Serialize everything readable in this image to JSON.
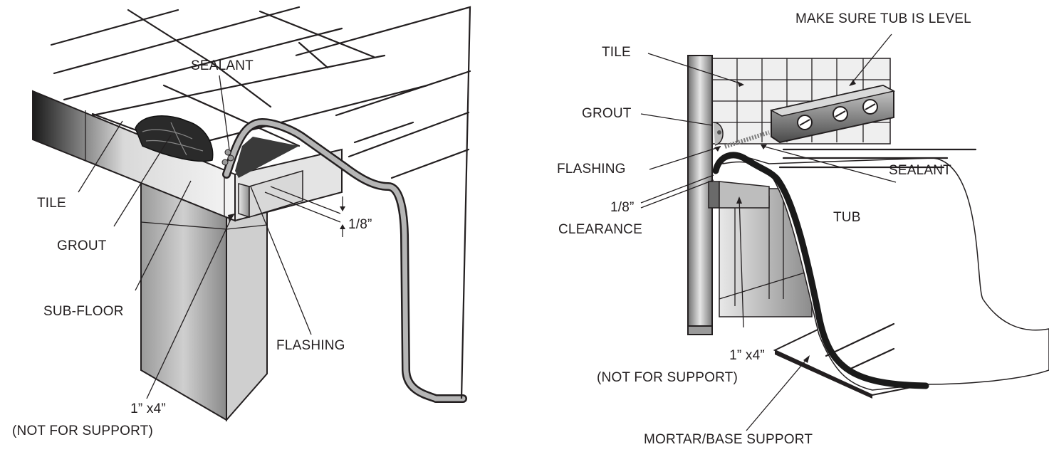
{
  "left_diagram": {
    "labels": {
      "sealant": "SEALANT",
      "tile": "TILE",
      "grout": "GROUT",
      "sub_floor": "SUB-FLOOR",
      "flashing": "FLASHING",
      "clearance": "1/8”",
      "board": "1” x4”",
      "board_note": "(NOT FOR SUPPORT)"
    }
  },
  "right_diagram": {
    "labels": {
      "level_note": "MAKE SURE TUB IS LEVEL",
      "tile": "TILE",
      "grout": "GROUT",
      "flashing": "FLASHING",
      "sealant": "SEALANT",
      "clearance_value": "1/8”",
      "clearance_word": "CLEARANCE",
      "tub": "TUB",
      "board": "1” x4”",
      "board_note": "(NOT FOR SUPPORT)",
      "mortar": "MORTAR/BASE SUPPORT"
    }
  }
}
